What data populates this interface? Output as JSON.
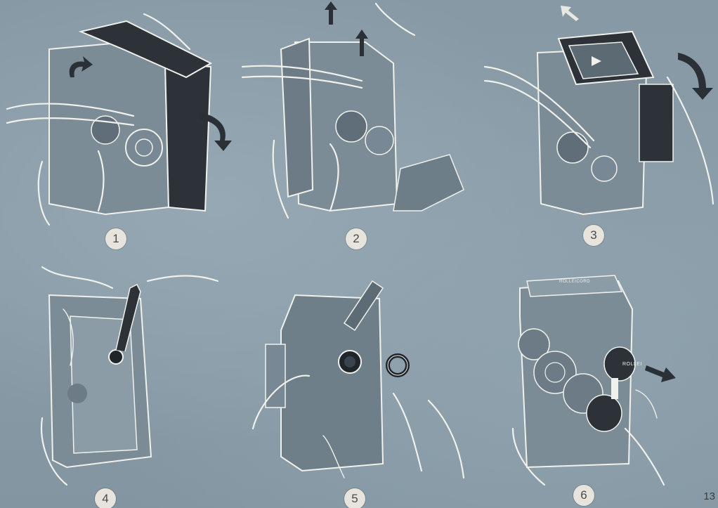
{
  "steps": [
    {
      "number": "1"
    },
    {
      "number": "2"
    },
    {
      "number": "3"
    },
    {
      "number": "4"
    },
    {
      "number": "5"
    },
    {
      "number": "6"
    }
  ],
  "lens_cap_brand": "ROLLEI",
  "camera_brand": "ROLLEICORD",
  "page_number": "13",
  "colors": {
    "background": "#8799a5",
    "outline": "#f1f1ec",
    "camera_dark": "#2c3238",
    "camera_mid": "#788894",
    "arrow": "#2a3036",
    "badge": "#e6e4dc"
  }
}
